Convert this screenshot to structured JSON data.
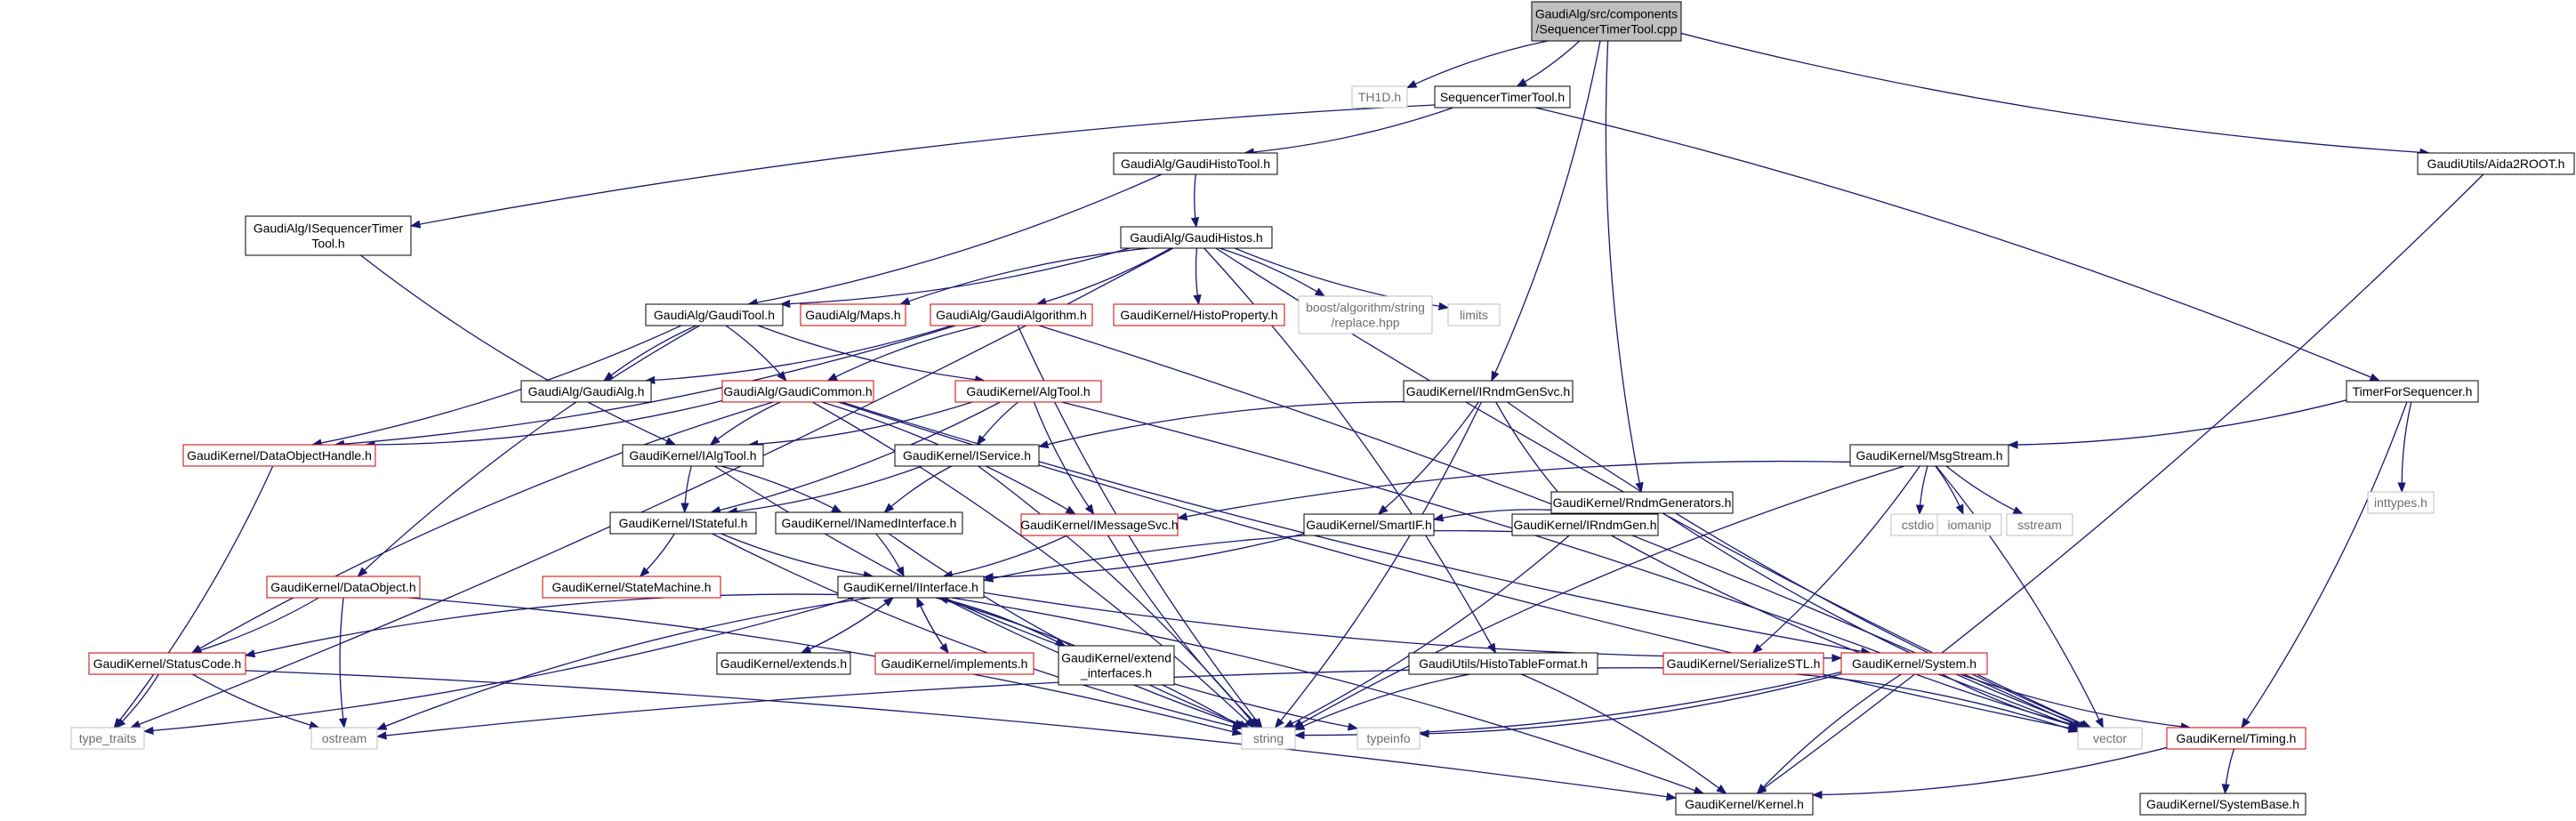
{
  "title": "GaudiAlg/src/components/SequencerTimerTool.cpp",
  "colors": {
    "edge": "#191970",
    "node_normal": "#000000",
    "node_red": "#cc0000",
    "node_gray": "#bfbfbf",
    "root_fill": "#bfbfbf"
  },
  "nodes": [
    {
      "id": "root",
      "lines": [
        "GaudiAlg/src/components",
        "/SequencerTimerTool.cpp"
      ],
      "style": "root"
    },
    {
      "id": "th1d",
      "lines": [
        "TH1D.h"
      ],
      "style": "gray"
    },
    {
      "id": "seqtt",
      "lines": [
        "SequencerTimerTool.h"
      ],
      "style": "normal"
    },
    {
      "id": "aida2root",
      "lines": [
        "GaudiUtils/Aida2ROOT.h"
      ],
      "style": "normal"
    },
    {
      "id": "ghistotool",
      "lines": [
        "GaudiAlg/GaudiHistoTool.h"
      ],
      "style": "normal"
    },
    {
      "id": "iseqtimer",
      "lines": [
        "GaudiAlg/ISequencerTimer",
        "Tool.h"
      ],
      "style": "normal"
    },
    {
      "id": "ghistos",
      "lines": [
        "GaudiAlg/GaudiHistos.h"
      ],
      "style": "normal"
    },
    {
      "id": "gtool",
      "lines": [
        "GaudiAlg/GaudiTool.h"
      ],
      "style": "normal"
    },
    {
      "id": "maps",
      "lines": [
        "GaudiAlg/Maps.h"
      ],
      "style": "red"
    },
    {
      "id": "galgorithm",
      "lines": [
        "GaudiAlg/GaudiAlgorithm.h"
      ],
      "style": "red"
    },
    {
      "id": "histoprop",
      "lines": [
        "GaudiKernel/HistoProperty.h"
      ],
      "style": "red"
    },
    {
      "id": "boostrepl",
      "lines": [
        "boost/algorithm/string",
        "/replace.hpp"
      ],
      "style": "gray"
    },
    {
      "id": "limits",
      "lines": [
        "limits"
      ],
      "style": "gray"
    },
    {
      "id": "timerforseq",
      "lines": [
        "TimerForSequencer.h"
      ],
      "style": "normal"
    },
    {
      "id": "galg",
      "lines": [
        "GaudiAlg/GaudiAlg.h"
      ],
      "style": "normal"
    },
    {
      "id": "gcommon",
      "lines": [
        "GaudiAlg/GaudiCommon.h"
      ],
      "style": "red"
    },
    {
      "id": "algtool",
      "lines": [
        "GaudiKernel/AlgTool.h"
      ],
      "style": "red"
    },
    {
      "id": "irndmgensvc",
      "lines": [
        "GaudiKernel/IRndmGenSvc.h"
      ],
      "style": "normal"
    },
    {
      "id": "dataobjhandle",
      "lines": [
        "GaudiKernel/DataObjectHandle.h"
      ],
      "style": "red"
    },
    {
      "id": "ialgtool",
      "lines": [
        "GaudiKernel/IAlgTool.h"
      ],
      "style": "normal"
    },
    {
      "id": "iservice",
      "lines": [
        "GaudiKernel/IService.h"
      ],
      "style": "normal"
    },
    {
      "id": "rndmgens",
      "lines": [
        "GaudiKernel/RndmGenerators.h"
      ],
      "style": "normal"
    },
    {
      "id": "msgstream",
      "lines": [
        "GaudiKernel/MsgStream.h"
      ],
      "style": "normal"
    },
    {
      "id": "inttypes",
      "lines": [
        "inttypes.h"
      ],
      "style": "gray"
    },
    {
      "id": "istateful",
      "lines": [
        "GaudiKernel/IStateful.h"
      ],
      "style": "normal"
    },
    {
      "id": "inamedif",
      "lines": [
        "GaudiKernel/INamedInterface.h"
      ],
      "style": "normal"
    },
    {
      "id": "imsgsvc",
      "lines": [
        "GaudiKernel/IMessageSvc.h"
      ],
      "style": "red"
    },
    {
      "id": "smartif",
      "lines": [
        "GaudiKernel/SmartIF.h"
      ],
      "style": "normal"
    },
    {
      "id": "irndmgen",
      "lines": [
        "GaudiKernel/IRndmGen.h"
      ],
      "style": "normal"
    },
    {
      "id": "cstdio",
      "lines": [
        "cstdio"
      ],
      "style": "gray"
    },
    {
      "id": "iomanip",
      "lines": [
        "iomanip"
      ],
      "style": "gray"
    },
    {
      "id": "sstream",
      "lines": [
        "sstream"
      ],
      "style": "gray"
    },
    {
      "id": "dataobject",
      "lines": [
        "GaudiKernel/DataObject.h"
      ],
      "style": "red"
    },
    {
      "id": "statemachine",
      "lines": [
        "GaudiKernel/StateMachine.h"
      ],
      "style": "red"
    },
    {
      "id": "iinterface",
      "lines": [
        "GaudiKernel/IInterface.h"
      ],
      "style": "normal"
    },
    {
      "id": "statuscode",
      "lines": [
        "GaudiKernel/StatusCode.h"
      ],
      "style": "red"
    },
    {
      "id": "extends",
      "lines": [
        "GaudiKernel/extends.h"
      ],
      "style": "normal"
    },
    {
      "id": "implements",
      "lines": [
        "GaudiKernel/implements.h"
      ],
      "style": "red"
    },
    {
      "id": "extendif",
      "lines": [
        "GaudiKernel/extend",
        "_interfaces.h"
      ],
      "style": "normal"
    },
    {
      "id": "histotablefmt",
      "lines": [
        "GaudiUtils/HistoTableFormat.h"
      ],
      "style": "normal"
    },
    {
      "id": "serializestl",
      "lines": [
        "GaudiKernel/SerializeSTL.h"
      ],
      "style": "red"
    },
    {
      "id": "system",
      "lines": [
        "GaudiKernel/System.h"
      ],
      "style": "red"
    },
    {
      "id": "typetraits",
      "lines": [
        "type_traits"
      ],
      "style": "gray"
    },
    {
      "id": "ostream",
      "lines": [
        "ostream"
      ],
      "style": "gray"
    },
    {
      "id": "string",
      "lines": [
        "string"
      ],
      "style": "gray"
    },
    {
      "id": "typeinfo",
      "lines": [
        "typeinfo"
      ],
      "style": "gray"
    },
    {
      "id": "vector",
      "lines": [
        "vector"
      ],
      "style": "gray"
    },
    {
      "id": "timing",
      "lines": [
        "GaudiKernel/Timing.h"
      ],
      "style": "red"
    },
    {
      "id": "kernel",
      "lines": [
        "GaudiKernel/Kernel.h"
      ],
      "style": "normal"
    },
    {
      "id": "systembase",
      "lines": [
        "GaudiKernel/SystemBase.h"
      ],
      "style": "normal"
    }
  ],
  "edges": [
    [
      "root",
      "th1d"
    ],
    [
      "root",
      "seqtt"
    ],
    [
      "root",
      "aida2root"
    ],
    [
      "root",
      "irndmgensvc"
    ],
    [
      "root",
      "rndmgens"
    ],
    [
      "seqtt",
      "ghistotool"
    ],
    [
      "seqtt",
      "iseqtimer"
    ],
    [
      "seqtt",
      "timerforseq"
    ],
    [
      "ghistotool",
      "ghistos"
    ],
    [
      "ghistotool",
      "gtool"
    ],
    [
      "iseqtimer",
      "ialgtool"
    ],
    [
      "ghistos",
      "gtool"
    ],
    [
      "ghistos",
      "maps"
    ],
    [
      "ghistos",
      "galgorithm"
    ],
    [
      "ghistos",
      "histoprop"
    ],
    [
      "ghistos",
      "boostrepl"
    ],
    [
      "ghistos",
      "limits"
    ],
    [
      "ghistos",
      "histotablefmt"
    ],
    [
      "ghistos",
      "vector"
    ],
    [
      "ghistos",
      "typetraits"
    ],
    [
      "gtool",
      "galg"
    ],
    [
      "gtool",
      "gcommon"
    ],
    [
      "gtool",
      "algtool"
    ],
    [
      "gtool",
      "dataobjhandle"
    ],
    [
      "gtool",
      "dataobject"
    ],
    [
      "galgorithm",
      "galg"
    ],
    [
      "galgorithm",
      "gcommon"
    ],
    [
      "galgorithm",
      "dataobjhandle"
    ],
    [
      "galgorithm",
      "string"
    ],
    [
      "galgorithm",
      "vector"
    ],
    [
      "gcommon",
      "ialgtool"
    ],
    [
      "gcommon",
      "dataobjhandle"
    ],
    [
      "gcommon",
      "statuscode"
    ],
    [
      "gcommon",
      "imsgsvc"
    ],
    [
      "gcommon",
      "system"
    ],
    [
      "gcommon",
      "string"
    ],
    [
      "gcommon",
      "vector"
    ],
    [
      "algtool",
      "ialgtool"
    ],
    [
      "algtool",
      "iservice"
    ],
    [
      "algtool",
      "istateful"
    ],
    [
      "algtool",
      "imsgsvc"
    ],
    [
      "algtool",
      "vector"
    ],
    [
      "irndmgensvc",
      "iservice"
    ],
    [
      "irndmgensvc",
      "smartif"
    ],
    [
      "irndmgensvc",
      "irndmgen"
    ],
    [
      "irndmgensvc",
      "string"
    ],
    [
      "irndmgensvc",
      "vector"
    ],
    [
      "dataobjhandle",
      "typetraits"
    ],
    [
      "ialgtool",
      "istateful"
    ],
    [
      "ialgtool",
      "inamedif"
    ],
    [
      "ialgtool",
      "string"
    ],
    [
      "iservice",
      "istateful"
    ],
    [
      "iservice",
      "inamedif"
    ],
    [
      "iservice",
      "string"
    ],
    [
      "rndmgens",
      "smartif"
    ],
    [
      "rndmgens",
      "irndmgen"
    ],
    [
      "rndmgens",
      "vector"
    ],
    [
      "timerforseq",
      "msgstream"
    ],
    [
      "timerforseq",
      "inttypes"
    ],
    [
      "timerforseq",
      "timing"
    ],
    [
      "msgstream",
      "imsgsvc"
    ],
    [
      "msgstream",
      "serializestl"
    ],
    [
      "msgstream",
      "cstdio"
    ],
    [
      "msgstream",
      "iomanip"
    ],
    [
      "msgstream",
      "sstream"
    ],
    [
      "msgstream",
      "vector"
    ],
    [
      "msgstream",
      "string"
    ],
    [
      "aida2root",
      "kernel"
    ],
    [
      "istateful",
      "iinterface"
    ],
    [
      "istateful",
      "statemachine"
    ],
    [
      "istateful",
      "string"
    ],
    [
      "inamedif",
      "iinterface"
    ],
    [
      "inamedif",
      "string"
    ],
    [
      "imsgsvc",
      "iinterface"
    ],
    [
      "imsgsvc",
      "string"
    ],
    [
      "smartif",
      "iinterface"
    ],
    [
      "irndmgen",
      "iinterface"
    ],
    [
      "irndmgen",
      "string"
    ],
    [
      "irndmgen",
      "vector"
    ],
    [
      "dataobject",
      "statuscode"
    ],
    [
      "dataobject",
      "ostream"
    ],
    [
      "dataobject",
      "string"
    ],
    [
      "iinterface",
      "statuscode"
    ],
    [
      "iinterface",
      "extends"
    ],
    [
      "iinterface",
      "implements"
    ],
    [
      "iinterface",
      "extendif"
    ],
    [
      "iinterface",
      "system"
    ],
    [
      "iinterface",
      "kernel"
    ],
    [
      "iinterface",
      "ostream"
    ],
    [
      "iinterface",
      "typetraits"
    ],
    [
      "iinterface",
      "typeinfo"
    ],
    [
      "iinterface",
      "string"
    ],
    [
      "extends",
      "iinterface"
    ],
    [
      "implements",
      "iinterface"
    ],
    [
      "extendif",
      "iinterface"
    ],
    [
      "statuscode",
      "typetraits"
    ],
    [
      "statuscode",
      "ostream"
    ],
    [
      "statuscode",
      "kernel"
    ],
    [
      "histotablefmt",
      "string"
    ],
    [
      "histotablefmt",
      "kernel"
    ],
    [
      "serializestl",
      "ostream"
    ],
    [
      "serializestl",
      "vector"
    ],
    [
      "system",
      "kernel"
    ],
    [
      "system",
      "string"
    ],
    [
      "system",
      "vector"
    ],
    [
      "system",
      "typeinfo"
    ],
    [
      "system",
      "timing"
    ],
    [
      "timing",
      "kernel"
    ],
    [
      "timing",
      "systembase"
    ]
  ]
}
